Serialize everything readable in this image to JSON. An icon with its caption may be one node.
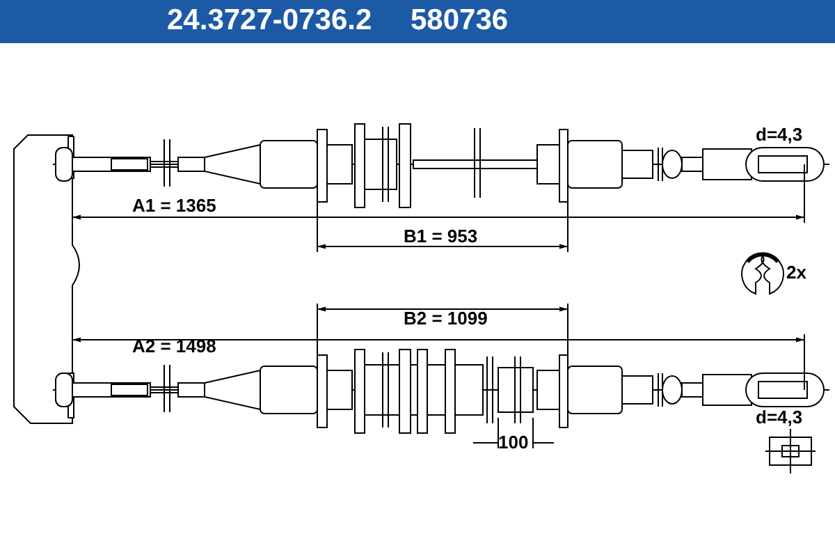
{
  "diagram": {
    "labels": [
      "24.3727-0736.2",
      "580736",
      "d=4,3",
      "A1 = 1365",
      "B1 = 953",
      "2x",
      "B2 = 1099",
      "A2 = 1498",
      "100",
      "d=4,3"
    ]
  }
}
